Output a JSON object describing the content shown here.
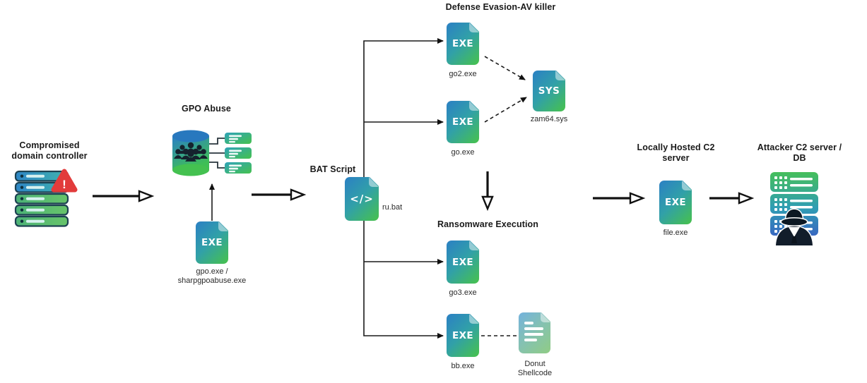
{
  "stages": {
    "compromised_dc": {
      "title": "Compromised domain controller"
    },
    "gpo_abuse": {
      "title": "GPO Abuse",
      "file_label": "gpo.exe / sharpgpoabuse.exe"
    },
    "bat_script": {
      "title": "BAT Script",
      "file_label": "ru.bat"
    },
    "defense_evasion": {
      "title": "Defense Evasion-AV killer",
      "files": {
        "go2": "go2.exe",
        "go": "go.exe",
        "sys": "zam64.sys"
      }
    },
    "ransomware": {
      "title": "Ransomware Execution",
      "files": {
        "go3": "go3.exe",
        "bb": "bb.exe",
        "donut": "Donut Shellcode"
      }
    },
    "local_c2": {
      "title": "Locally Hosted C2 server",
      "file_label": "file.exe"
    },
    "attacker_c2": {
      "title": "Attacker C2 server / DB"
    }
  },
  "badges": {
    "exe": "EXE",
    "sys": "SYS",
    "code": "</>",
    "warning": "!"
  },
  "colors": {
    "file_gradient_start": "#2b80c4",
    "file_gradient_end": "#47c24b",
    "doc_gradient_start": "#73b2dd",
    "doc_gradient_end": "#90cc84",
    "warning_red": "#e23b3b",
    "arrow_black": "#111111",
    "silhouette_dark": "#15222e"
  }
}
